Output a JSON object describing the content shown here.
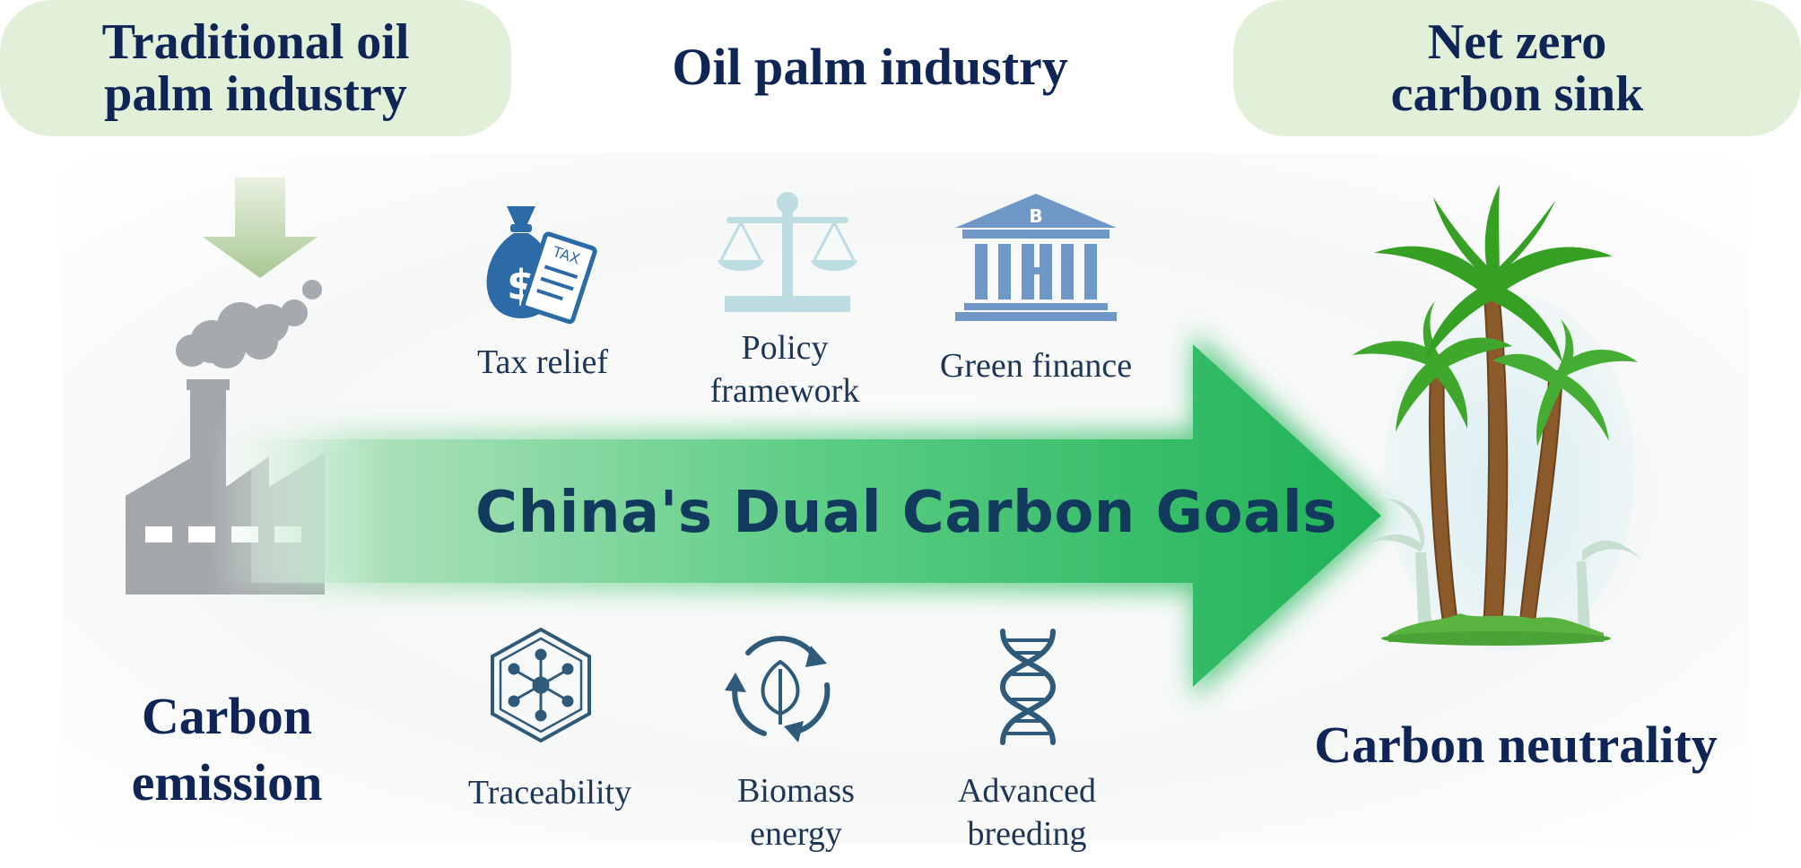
{
  "header": {
    "left_pill": "Traditional oil palm industry",
    "center_title": "Oil palm industry",
    "right_pill": "Net zero carbon sink"
  },
  "arrow": {
    "label": "China's Dual Carbon Goals"
  },
  "left_caption": "Carbon emission",
  "right_caption": "Carbon neutrality",
  "top_items": [
    {
      "label": "Tax relief",
      "icon": "money-bag-tax-icon"
    },
    {
      "label": "Policy framework",
      "icon": "balance-scale-icon"
    },
    {
      "label": "Green finance",
      "icon": "bank-icon"
    }
  ],
  "bottom_items": [
    {
      "label": "Traceability",
      "icon": "network-hexagon-icon"
    },
    {
      "label": "Biomass energy",
      "icon": "leaf-recycle-icon"
    },
    {
      "label": "Advanced breeding",
      "icon": "dna-icon"
    }
  ],
  "icons": {
    "bank_letter": "B",
    "tax_text": "TAX",
    "dollar": "$"
  },
  "colors": {
    "navy": "#0e2556",
    "pill": "#e2efd9",
    "arrow": "#25b862",
    "icon_blue": "#2d6aa8",
    "factory": "#a7abb0",
    "palm_leaf": "#3ea72c",
    "trunk": "#8b5a2b"
  }
}
